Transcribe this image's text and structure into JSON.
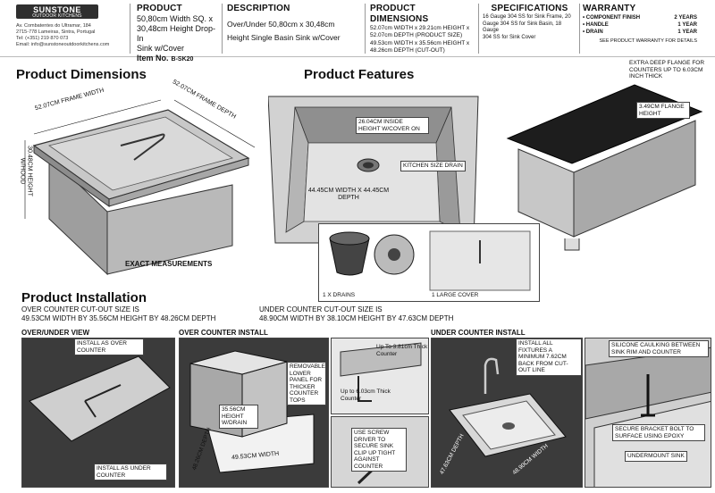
{
  "header": {
    "logo": {
      "name": "SUNSTONE",
      "sub": "OUTDOOR KITCHENS"
    },
    "address": [
      "Av. Combatentes do Ultramar, 184",
      "2715-778 Lameiras, Sintra, Portugal",
      "Tel: (+351) 219 870 073",
      "Email: info@sunstoneoutdoorkitchens.com"
    ],
    "product": {
      "heading": "PRODUCT",
      "lines": [
        "50,80cm Width SQ. x",
        "30,48cm Height Drop-In",
        "Sink w/Cover"
      ],
      "item_label": "Item No.",
      "item_value": "B-SK20"
    },
    "description": {
      "heading": "DESCRIPTION",
      "lines": [
        "Over/Under 50,80cm x 30,48cm",
        "Height Single Basin Sink w/Cover"
      ]
    },
    "dimensions": {
      "heading": "PRODUCT DIMENSIONS",
      "lines": [
        "52.07cm WIDTH x 29.21cm HEIGHT x",
        "52.07cm DEPTH (PRODUCT SIZE)",
        "49.53cm WIDTH x 35.56cm HEIGHT x",
        "48.26cm DEPTH (CUT-OUT)"
      ]
    },
    "specifications": {
      "heading": "SPECIFICATIONS",
      "lines": [
        "16 Gauge 304 SS for Sink Frame, 20",
        "Gauge 304 SS for Sink Basin, 18 Gauge",
        "304 SS for Sink Cover"
      ]
    },
    "warranty": {
      "heading": "WARRANTY",
      "rows": [
        {
          "item": "• COMPONENT FINISH",
          "term": "2 YEARS"
        },
        {
          "item": "• HANDLE",
          "term": "1 YEAR"
        },
        {
          "item": "• DRAIN",
          "term": "1 YEAR"
        }
      ],
      "note": "SEE PRODUCT WARRANTY FOR DETAILS"
    }
  },
  "dimensions_section": {
    "title": "Product Dimensions",
    "frame_width": "52.07cm FRAME WIDTH",
    "frame_depth": "52.07cm FRAME DEPTH",
    "height_hood": "30.48cm HEIGHT w/HOOD",
    "exact": "EXACT MEASUREMENTS"
  },
  "features_section": {
    "title": "Product Features",
    "inside_height": "26.04cm INSIDE HEIGHT W/COVER ON",
    "kitchen_drain": "KITCHEN SIZE DRAIN",
    "basin_size": "44.45cm WIDTH X 44.45cm DEPTH",
    "drains": "1 X DRAINS",
    "cover": "1 LARGE COVER",
    "flange": "EXTRA DEEP FLANGE FOR COUNTERS UP TO 6.03cm INCH THICK",
    "flange_height": "3.49cm FLANGE HEIGHT"
  },
  "installation_section": {
    "title": "Product Installation",
    "over_cutout": [
      "OVER COUNTER CUT-OUT SIZE IS",
      "49.53cm WIDTH BY 35.56cm HEIGHT BY 48.26cm DEPTH"
    ],
    "under_cutout": [
      "UNDER COUNTER CUT-OUT SIZE IS",
      "48.90cm WIDTH BY 38.10cm HEIGHT BY 47.63cm DEPTH"
    ],
    "panels": {
      "over_under": {
        "title": "OVER/UNDER VIEW",
        "over": "INSTALL AS OVER COUNTER",
        "under": "INSTALL AS UNDER COUNTER"
      },
      "over_counter": {
        "title": "OVER COUNTER INSTALL",
        "lower_panel": "REMOVABLE LOWER PANEL FOR THICKER COUNTER TOPS",
        "height": "35.56cm HEIGHT W/DRAIN",
        "depth": "48.26cm DEPTH",
        "width": "49.53cm WIDTH",
        "up_to_381": "Up To 3.81cm Thick Counter",
        "up_to_603": "Up to 6.03cm Thick Counter",
        "screw_driver": "USE SCREW DRIVER TO SECURE SINK CLIP UP TIGHT AGAINST COUNTER"
      },
      "under_counter": {
        "title": "UNDER COUNTER INSTALL",
        "fixtures": "INSTALL ALL FIXTURES A MINIMUM 7.62cm BACK FROM CUT-OUT LINE",
        "depth": "47.63cm DEPTH",
        "width": "48.90cm WIDTH",
        "silicone": "SILICONE CAULKING BETWEEN SINK RIM AND COUNTER",
        "bracket": "SECURE BRACKET BOLT TO SURFACE USING EPOXY",
        "undermount": "UNDERMOUNT SINK"
      }
    }
  },
  "colors": {
    "granite": "#3a3a3a",
    "steel_light": "#d9d9d9",
    "steel_mid": "#a6a6a6",
    "steel_dark": "#7a7a7a",
    "warranty_heading": "#111111"
  }
}
